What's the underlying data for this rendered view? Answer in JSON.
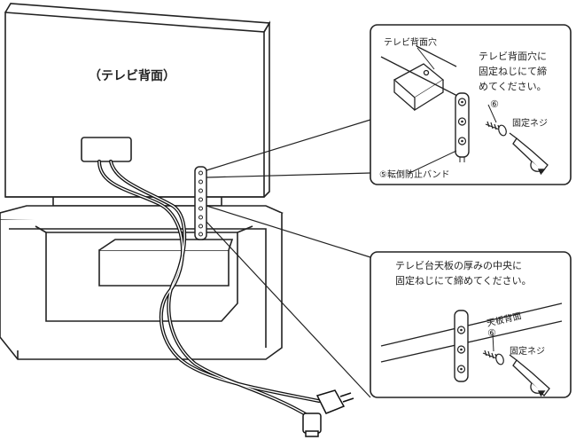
{
  "main": {
    "tv_back_label": "（テレビ背面）"
  },
  "detail_top": {
    "tv_back_hole_label": "テレビ背面穴",
    "instruction_line1": "テレビ背面穴に",
    "instruction_line2": "固定ねじにて締",
    "instruction_line3": "めてください。",
    "part_number": "⑥",
    "screw_label": "固定ネジ",
    "band_label": "⑤転倒防止バンド"
  },
  "detail_bottom": {
    "instruction_line1": "テレビ台天板の厚みの中央に",
    "instruction_line2": "固定ねじにて締めてください。",
    "top_board_label": "天板背面",
    "part_number": "⑥",
    "screw_label": "固定ネジ"
  }
}
